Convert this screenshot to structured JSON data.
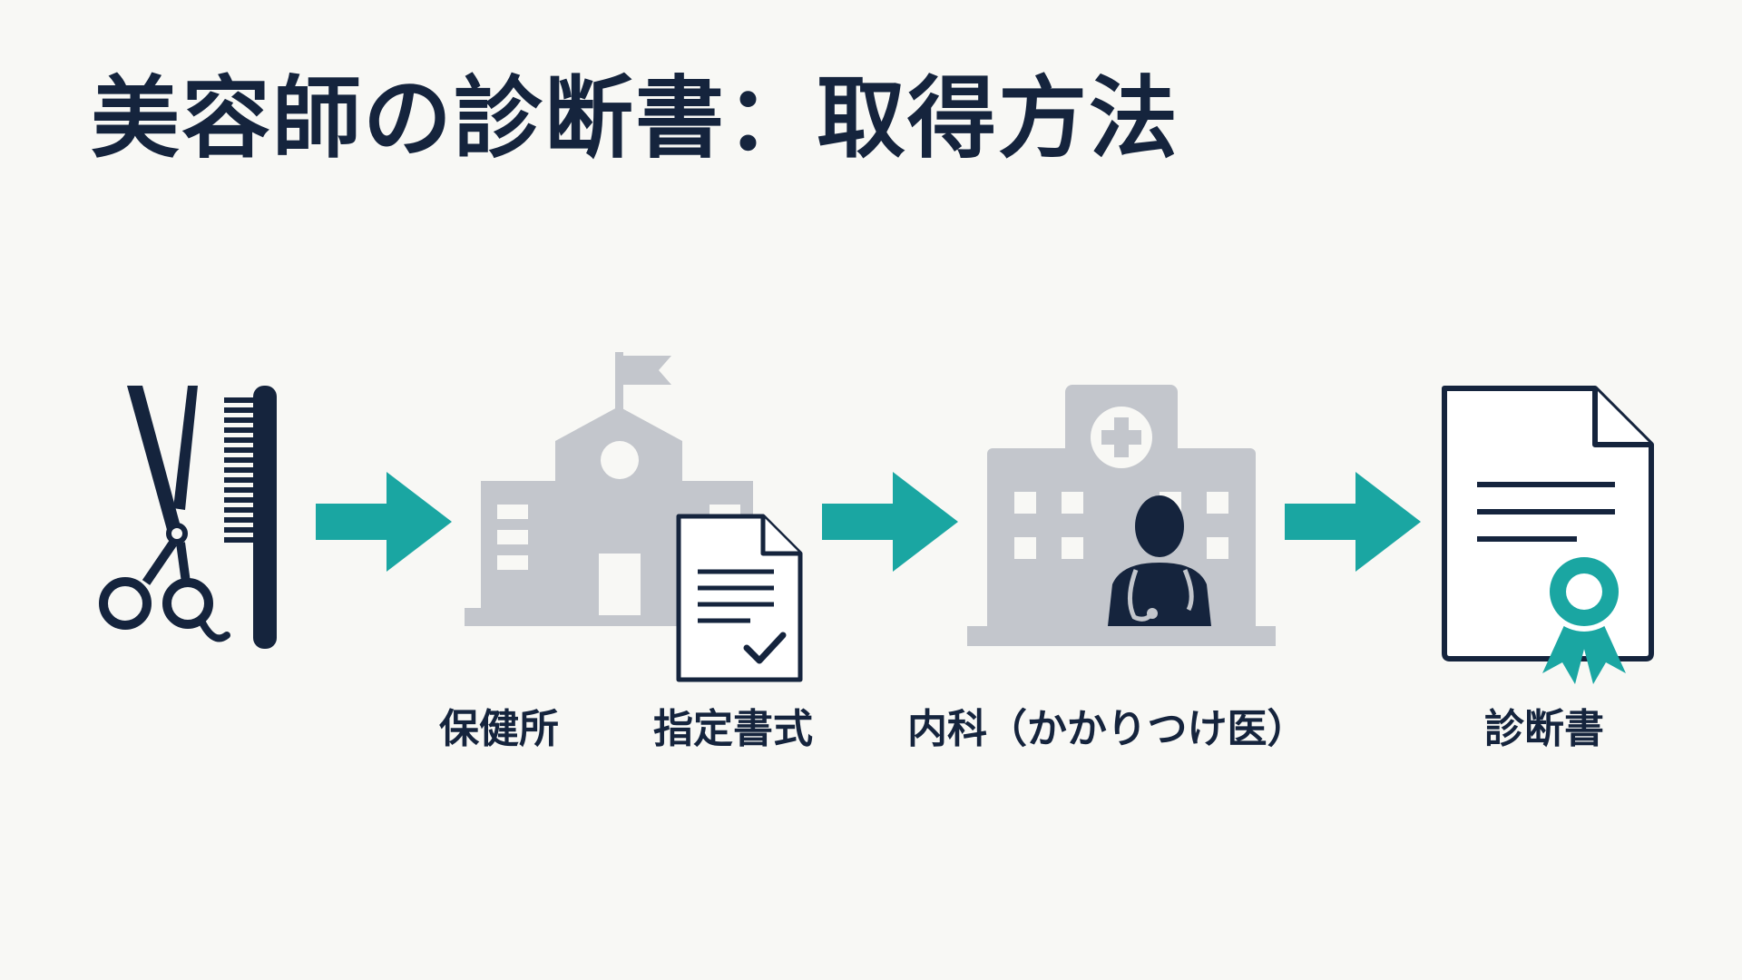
{
  "title": "美容師の診断書：取得方法",
  "colors": {
    "navy": "#15243d",
    "teal": "#1aa6a2",
    "gray": "#c3c6cc",
    "background": "#f8f8f5"
  },
  "steps": [
    {
      "icon": "scissors-comb-icon",
      "label": ""
    },
    {
      "icon": "health-center-building-icon",
      "label": "保健所"
    },
    {
      "icon": "designated-form-document-icon",
      "label": "指定書式"
    },
    {
      "icon": "hospital-doctor-icon",
      "label": "内科（かかりつけ医）"
    },
    {
      "icon": "certificate-document-icon",
      "label": "診断書"
    }
  ],
  "arrows": [
    {
      "icon": "arrow-right-icon"
    },
    {
      "icon": "arrow-right-icon"
    },
    {
      "icon": "arrow-right-icon"
    }
  ]
}
